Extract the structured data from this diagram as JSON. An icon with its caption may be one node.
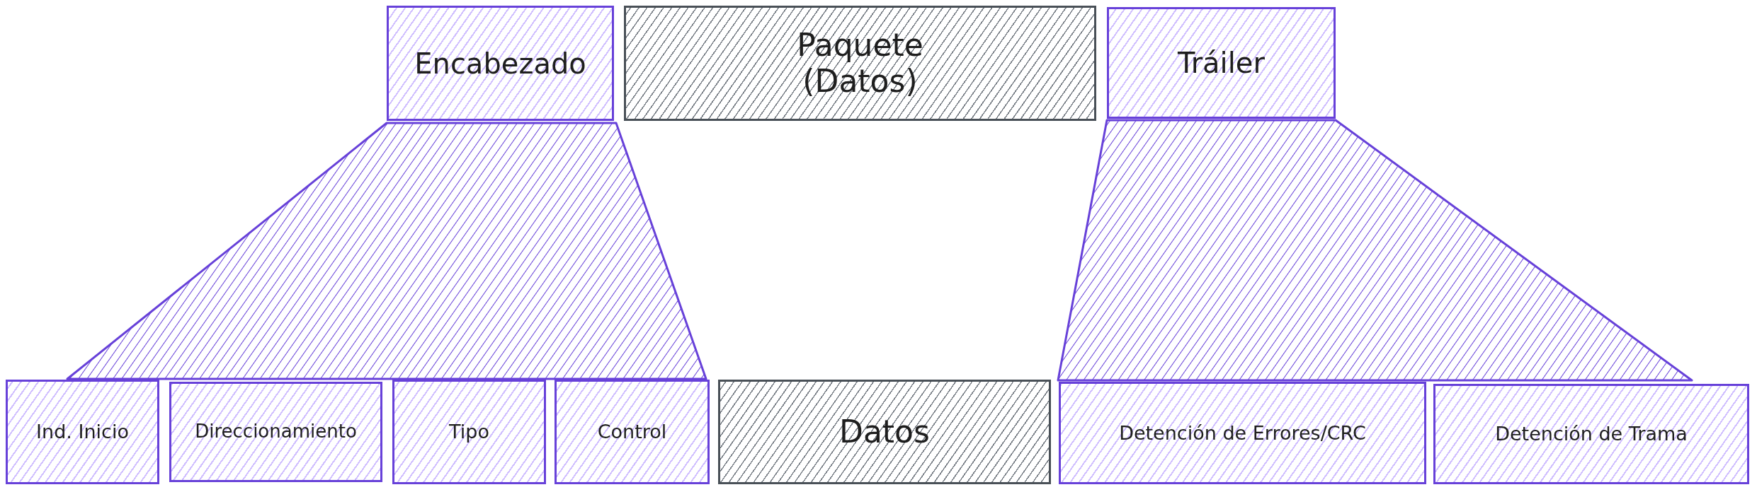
{
  "diagram": {
    "nodes": [
      {
        "text": [
          "Encabezado"
        ]
      },
      {
        "text": [
          "Paquete (Datos)"
        ]
      },
      {
        "text": [
          "Tráiler"
        ]
      },
      {
        "text": [],
        "shape": "trapezoid"
      },
      {
        "text": [],
        "shape": "trapezoid"
      },
      {
        "text": [
          "Ind. Inicio"
        ]
      },
      {
        "text": [
          "Direccionamiento"
        ]
      },
      {
        "text": [
          "Tipo"
        ]
      },
      {
        "text": [
          "Control"
        ]
      },
      {
        "text": [
          "Datos"
        ]
      },
      {
        "text": [
          "Detención de Errores/CRC"
        ]
      },
      {
        "text": [
          "Detención de Trama"
        ]
      }
    ]
  }
}
